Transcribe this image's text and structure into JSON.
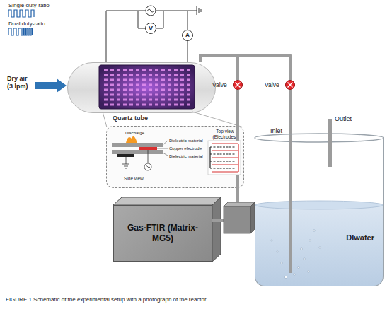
{
  "diagram": {
    "caption": "FIGURE 1 Schematic of the experimental setup with a photograph of the reactor.",
    "nodes": [
      {
        "text": [
          "V"
        ]
      },
      {
        "text": [
          "A"
        ]
      },
      {
        "text": [
          "Quartz tube"
        ]
      },
      {
        "text": [
          "Discharge",
          "Dielectric material",
          "Copper electrode",
          "Dielectric material",
          "Side view",
          "Top view (Electrodes)"
        ]
      },
      {
        "text": [
          "Valve"
        ]
      },
      {
        "text": [
          "Valve"
        ]
      },
      {
        "text": [
          "Gas-FTIR (Matrix- MG5)"
        ]
      },
      {
        "text": [
          "DIwater"
        ]
      }
    ],
    "edges": [
      {
        "from": 2,
        "to": 4,
        "arrow": "none"
      },
      {
        "from": 2,
        "to": 5,
        "arrow": "none"
      },
      {
        "from": 4,
        "to": 6,
        "arrow": "none"
      },
      {
        "from": 5,
        "to": 7,
        "arrow": "none"
      }
    ],
    "labels": [
      "Single duty-ratio",
      "Dual duty-ratio",
      "Dry air (3 lpm)",
      "Inlet",
      "Outlet"
    ]
  }
}
